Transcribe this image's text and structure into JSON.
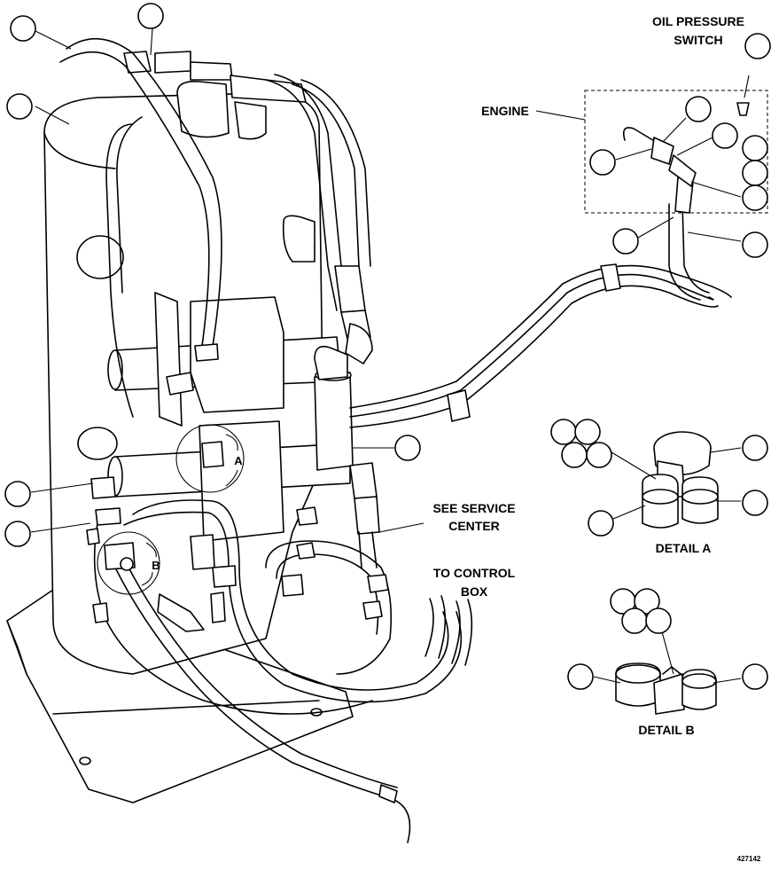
{
  "labels": {
    "oil_pressure_switch_line1": "OIL PRESSURE",
    "oil_pressure_switch_line2": "SWITCH",
    "engine": "ENGINE",
    "see_service_line1": "SEE SERVICE",
    "see_service_line2": "CENTER",
    "to_control_line1": "TO CONTROL",
    "to_control_line2": "BOX",
    "detail_a": "DETAIL A",
    "detail_b": "DETAIL B",
    "callout_a": "A",
    "callout_b": "B",
    "figure_number": "427142"
  }
}
